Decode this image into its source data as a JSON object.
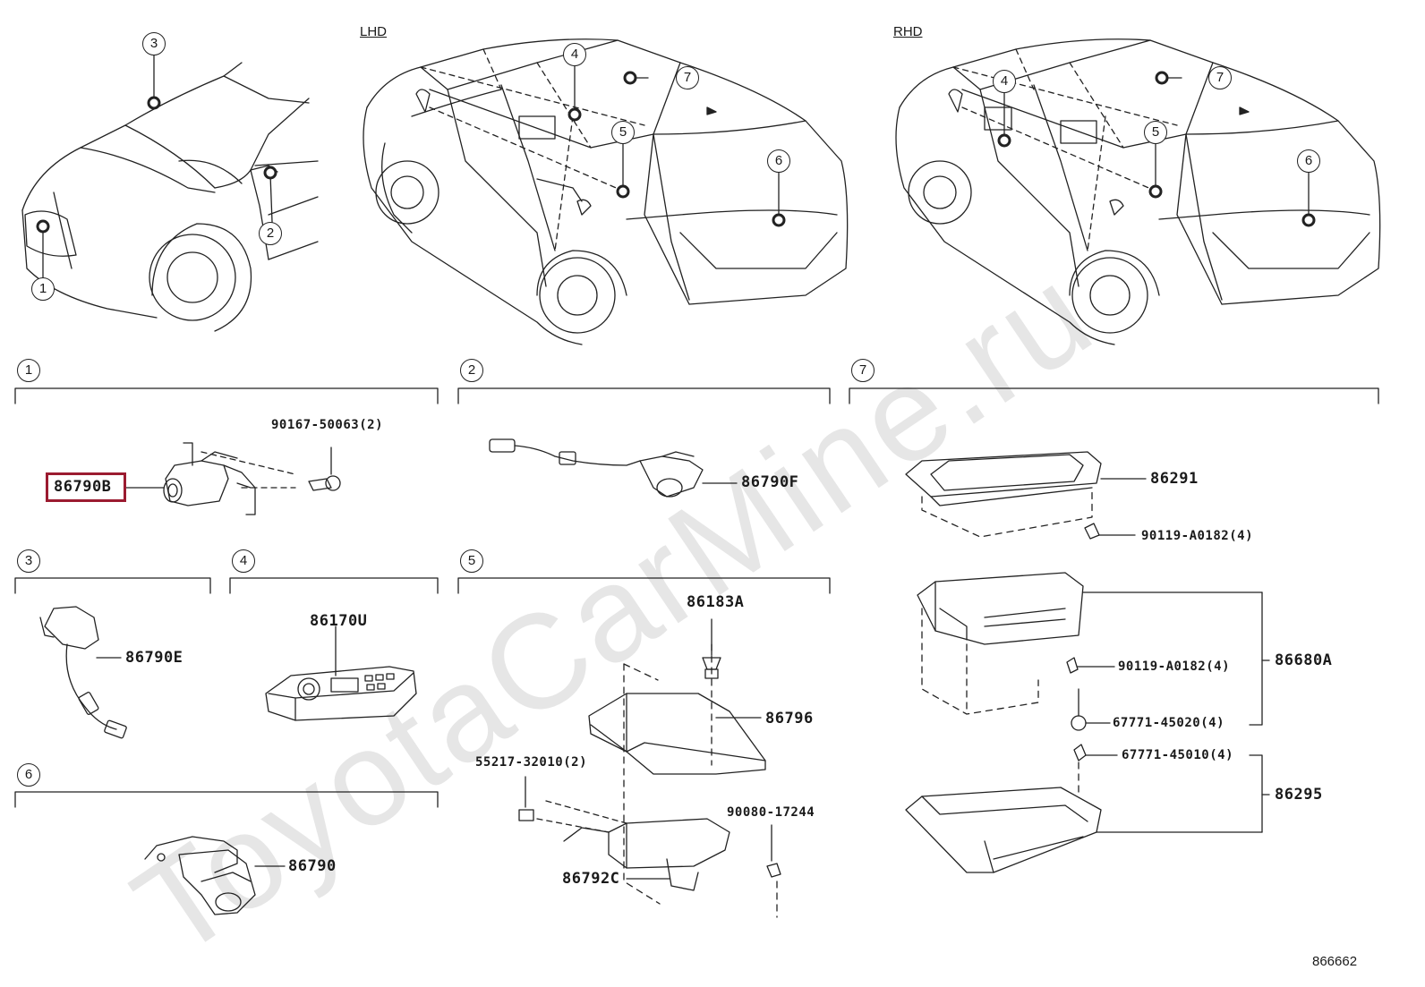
{
  "views": {
    "lhd_label": "LHD",
    "rhd_label": "RHD"
  },
  "callouts": {
    "c1": "1",
    "c2": "2",
    "c3": "3",
    "c4": "4",
    "c5": "5",
    "c6": "6",
    "c7": "7"
  },
  "sections": {
    "s1": "1",
    "s2": "2",
    "s3": "3",
    "s4": "4",
    "s5": "5",
    "s6": "6",
    "s7": "7"
  },
  "parts": {
    "p86790B": "86790B",
    "p90167": "90167-50063(2)",
    "p86790F": "86790F",
    "p86790E": "86790E",
    "p86170U": "86170U",
    "p86183A": "86183A",
    "p86796": "86796",
    "p55217": "55217-32010(2)",
    "p90080": "90080-17244",
    "p86792C": "86792C",
    "p86790": "86790",
    "p86291": "86291",
    "p90119a": "90119-A0182(4)",
    "p90119b": "90119-A0182(4)",
    "p86680A": "86680A",
    "p67771_20": "67771-45020(4)",
    "p67771_10": "67771-45010(4)",
    "p86295": "86295"
  },
  "highlight_color": "#9b1b30",
  "watermark": "ToyotaCarMine.ru",
  "reference_number": "866662"
}
